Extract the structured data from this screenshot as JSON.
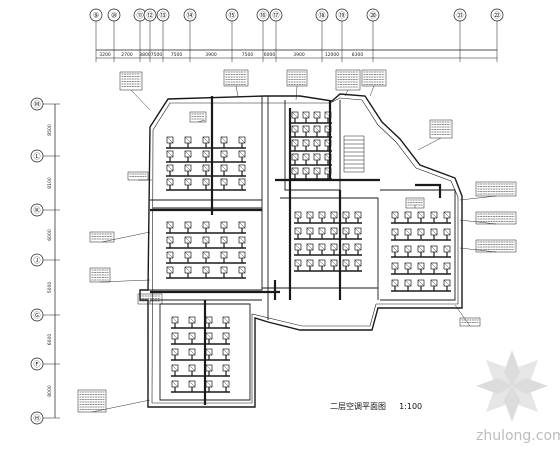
{
  "drawing": {
    "title": "二层空调平面图",
    "scale": "1:100"
  },
  "grid_top": {
    "bubbles": [
      "⑨",
      "⑩",
      "⑪",
      "⑫",
      "⑬",
      "⑭",
      "⑮",
      "⑯",
      "⑰",
      "⑱",
      "⑲",
      "⑳",
      "㉑",
      "㉒"
    ],
    "dimensions": [
      "3200",
      "2700",
      "3800",
      "7500",
      "7500",
      "3900",
      "7500",
      "6000",
      "3900",
      "12000",
      "8300"
    ]
  },
  "grid_left": {
    "bubbles": [
      "Ⓜ",
      "Ⓛ",
      "Ⓚ",
      "Ⓙ",
      "Ⓖ",
      "Ⓕ",
      "Ⓗ"
    ],
    "dimensions": [
      "8500",
      "8100",
      "6000",
      "5000",
      "6000",
      "8000"
    ]
  },
  "watermark": {
    "text": "zhulong.com"
  },
  "colors": {
    "line": "#1a1a1a",
    "paper": "#ffffff",
    "watermark": "#c8c8c8"
  }
}
